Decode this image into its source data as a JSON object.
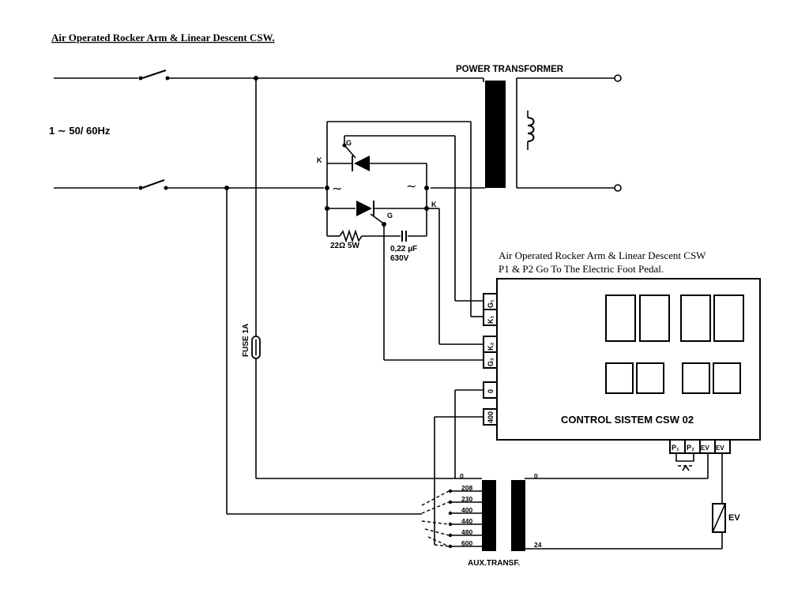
{
  "title": "Air Operated Rocker Arm & Linear Descent CSW.",
  "supply_label": "1 ∼ 50/ 60Hz",
  "power_transformer_label": "POWER TRANSFORMER",
  "note_line1": "Air Operated Rocker Arm & Linear Descent CSW",
  "note_line2": "P1 & P2 Go To The Electric Foot Pedal.",
  "control_system_label": "CONTROL SISTEM  CSW 02",
  "fuse_label": "FUSE 1A",
  "resistor_label": "22Ω 5W",
  "capacitor_label_1": "0,22 µF",
  "capacitor_label_2": "630V",
  "thyristor_gate": "G",
  "thyristor_cathode": "K",
  "ac_symbol": "∼",
  "terminals_left": [
    "G₁",
    "K₁",
    "K₂",
    "G₂",
    "0",
    "400"
  ],
  "terminals_bottom": [
    "P₁",
    "P₂",
    "EV",
    "EV"
  ],
  "aux_taps": [
    "208",
    "230",
    "400",
    "440",
    "480",
    "600"
  ],
  "aux_zero": "0",
  "aux_secondary_zero": "0",
  "aux_secondary_24": "24",
  "aux_transformer_label": "AUX.TRANSF.",
  "ev_label": "EV",
  "colors": {
    "ink": "#000000",
    "paper": "#ffffff"
  }
}
